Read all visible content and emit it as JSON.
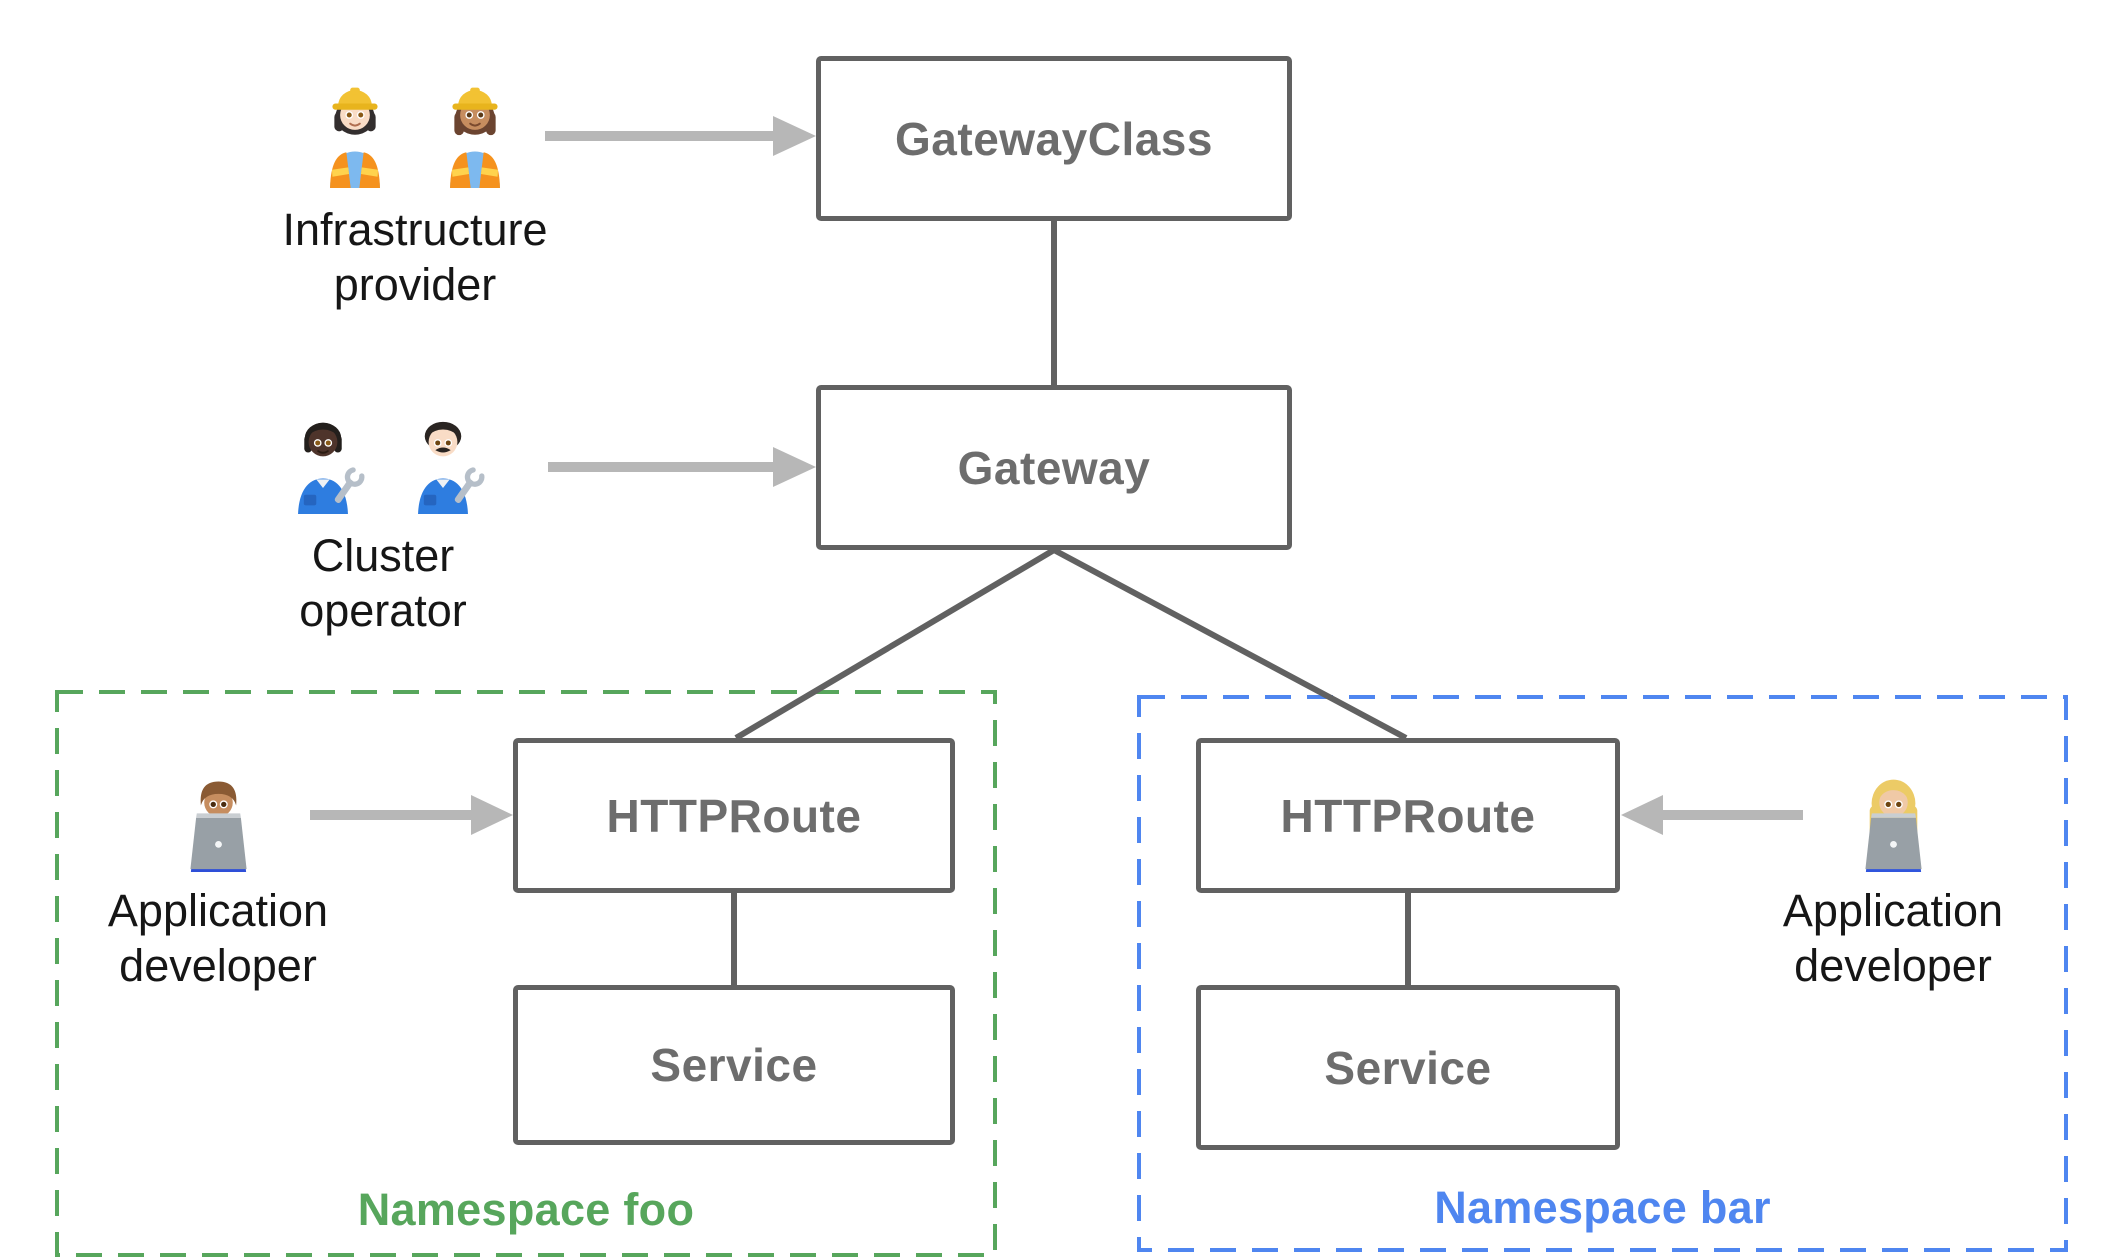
{
  "nodes": {
    "gatewayclass": {
      "label": "GatewayClass"
    },
    "gateway": {
      "label": "Gateway"
    },
    "httproute_foo": {
      "label": "HTTPRoute"
    },
    "service_foo": {
      "label": "Service"
    },
    "httproute_bar": {
      "label": "HTTPRoute"
    },
    "service_bar": {
      "label": "Service"
    }
  },
  "namespaces": {
    "foo": {
      "label": "Namespace foo",
      "color": "#57a65c"
    },
    "bar": {
      "label": "Namespace bar",
      "color": "#4f86f0"
    }
  },
  "personas": {
    "infrastructure_provider": {
      "line1": "Infrastructure",
      "line2": "provider",
      "icons": [
        "woman-construction-worker-light-skin",
        "woman-construction-worker-medium-skin"
      ],
      "emoji": [
        "👷🏻‍♀️",
        "👷🏽‍♀️"
      ]
    },
    "cluster_operator": {
      "line1": "Cluster",
      "line2": "operator",
      "icons": [
        "mechanic-dark-skin",
        "man-mechanic-light-skin"
      ],
      "emoji": [
        "🧑🏿‍🔧",
        "👨🏻‍🔧"
      ]
    },
    "app_developer_foo": {
      "line1": "Application",
      "line2": "developer",
      "icons": [
        "man-technologist-medium-skin"
      ],
      "emoji": [
        "👨🏽‍💻"
      ]
    },
    "app_developer_bar": {
      "line1": "Application",
      "line2": "developer",
      "icons": [
        "woman-technologist-medium-light-skin"
      ],
      "emoji": [
        "👩🏼‍💻"
      ]
    }
  },
  "relations": {
    "edges": [
      {
        "from": "GatewayClass",
        "to": "Gateway"
      },
      {
        "from": "Gateway",
        "to": "HTTPRoute (Namespace foo)"
      },
      {
        "from": "Gateway",
        "to": "HTTPRoute (Namespace bar)"
      },
      {
        "from": "HTTPRoute (Namespace foo)",
        "to": "Service (Namespace foo)"
      },
      {
        "from": "HTTPRoute (Namespace bar)",
        "to": "Service (Namespace bar)"
      }
    ],
    "arrows": [
      {
        "from": "Infrastructure provider",
        "to": "GatewayClass"
      },
      {
        "from": "Cluster operator",
        "to": "Gateway"
      },
      {
        "from": "Application developer",
        "to": "HTTPRoute (Namespace foo)"
      },
      {
        "from": "Application developer",
        "to": "HTTPRoute (Namespace bar)"
      }
    ]
  },
  "colors": {
    "background": "#ffffff",
    "node_border": "#616161",
    "node_text": "#6d6d6d",
    "connector": "#616161",
    "arrow": "#b7b7b7",
    "persona_text": "#161616",
    "namespace_foo": "#57a65c",
    "namespace_bar": "#4f86f0"
  }
}
